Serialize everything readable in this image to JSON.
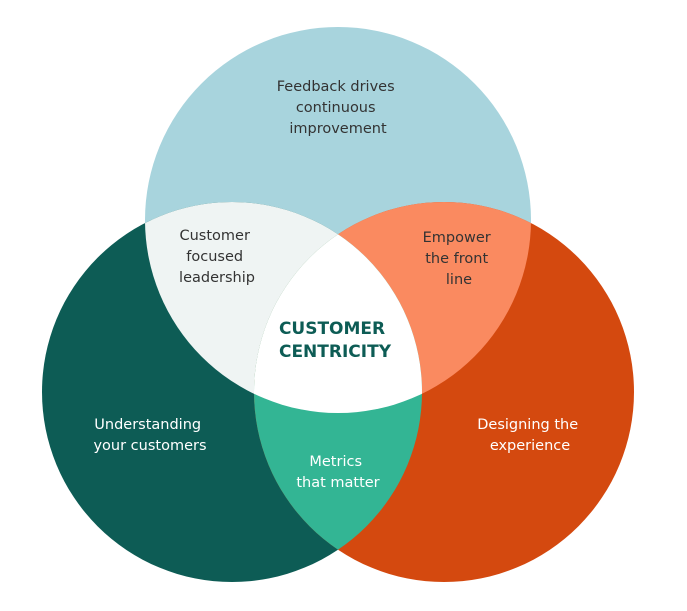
{
  "diagram": {
    "type": "venn",
    "center_label": [
      "CUSTOMER",
      "CENTRICITY"
    ],
    "circles": [
      {
        "id": "top",
        "label": [
          "Feedback drives",
          "continuous",
          "improvement"
        ],
        "color": "#a8d4dd"
      },
      {
        "id": "left",
        "label": [
          "Understanding",
          "your customers"
        ],
        "color": "#0d5c55"
      },
      {
        "id": "right",
        "label": [
          "Designing the",
          "experience"
        ],
        "color": "#d4490f"
      }
    ],
    "intersections": [
      {
        "id": "top-left",
        "label": [
          "Customer",
          "focused",
          "leadership"
        ],
        "color": "#eff4f3"
      },
      {
        "id": "top-right",
        "label": [
          "Empower",
          "the front",
          "line"
        ],
        "color": "#fa8a60"
      },
      {
        "id": "left-right",
        "label": [
          "Metrics",
          "that matter"
        ],
        "color": "#33b594"
      },
      {
        "id": "all",
        "color": "#ffffff"
      }
    ]
  }
}
